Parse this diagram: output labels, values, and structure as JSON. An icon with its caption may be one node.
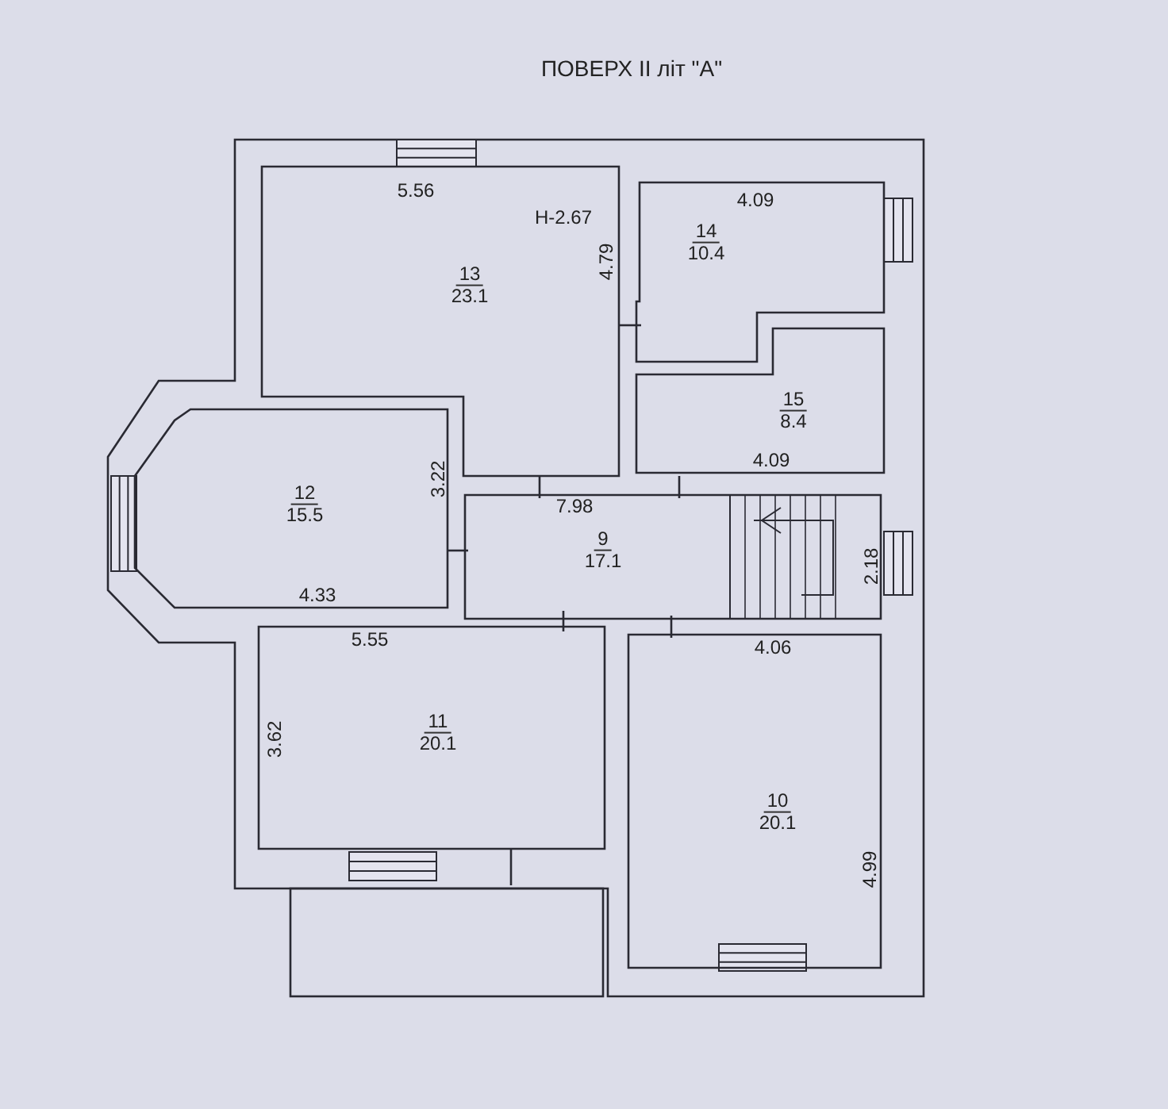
{
  "diagram": {
    "title": "ПОВЕРХ ІІ літ \"А\"",
    "nodes": [
      {
        "text": [
          "13",
          "23.1"
        ]
      },
      {
        "text": [
          "14",
          "10.4"
        ]
      },
      {
        "text": [
          "12",
          "15.5"
        ]
      },
      {
        "text": [
          "15",
          "8.4"
        ]
      },
      {
        "text": [
          "9",
          "17.1"
        ]
      },
      {
        "text": [
          "11",
          "20.1"
        ]
      },
      {
        "text": [
          "10",
          "20.1"
        ]
      }
    ],
    "edges": [],
    "labels": [
      "5.56",
      "Н-2.67",
      "4.09",
      "4.79",
      "3.22",
      "4.09",
      "7.98",
      "2.18",
      "4.33",
      "5.55",
      "4.06",
      "3.62",
      "4.99"
    ]
  }
}
